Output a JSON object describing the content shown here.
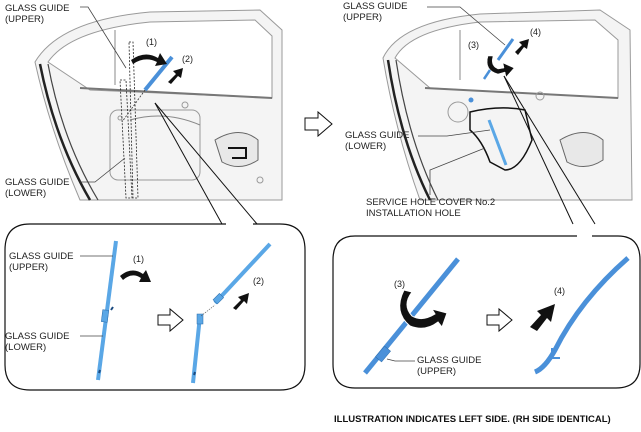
{
  "colors": {
    "glass_guide_blue": "#4a90d9",
    "outline": "#000000",
    "door_line": "#9a9a9a"
  },
  "top_left_panel": {
    "labels": {
      "upper": [
        "GLASS GUIDE",
        "(UPPER)"
      ],
      "lower": [
        "GLASS GUIDE",
        "(LOWER)"
      ]
    },
    "steps": [
      "(1)",
      "(2)"
    ]
  },
  "top_right_panel": {
    "labels": {
      "upper": [
        "GLASS GUIDE",
        "(UPPER)"
      ],
      "lower": [
        "GLASS GUIDE",
        "(LOWER)"
      ],
      "service_hole": [
        "SERVICE HOLE COVER No.2",
        "INSTALLATION HOLE"
      ]
    },
    "steps": [
      "(3)",
      "(4)"
    ]
  },
  "bottom_left_detail": {
    "labels": {
      "upper": [
        "GLASS GUIDE",
        "(UPPER)"
      ],
      "lower": [
        "GLASS GUIDE",
        "(LOWER)"
      ]
    },
    "steps": [
      "(1)",
      "(2)"
    ]
  },
  "bottom_right_detail": {
    "labels": {
      "upper": [
        "GLASS GUIDE",
        "(UPPER)"
      ]
    },
    "steps": [
      "(3)",
      "(4)"
    ]
  },
  "footer_note": "ILLUSTRATION INDICATES LEFT SIDE. (RH SIDE IDENTICAL)"
}
